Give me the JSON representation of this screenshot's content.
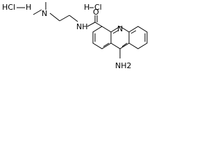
{
  "molecule": {
    "salts": {
      "hcl_left": "HCl",
      "hcl_right": "HCl"
    },
    "atoms": {
      "n_dimethyl": "N",
      "n_amide": "NH",
      "o_carbonyl": "O",
      "n_ring": "N",
      "n_amino": "NH2"
    }
  },
  "colors": {
    "bond": "#000000",
    "text": "#000000",
    "background": "#ffffff"
  }
}
